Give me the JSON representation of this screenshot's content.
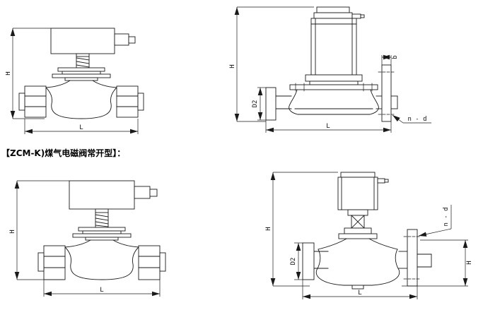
{
  "section_label": "【ZCM-K)煤气电磁阀常开型】：",
  "colors": {
    "line": "#1a1a1a",
    "background": "#ffffff"
  },
  "drawings": {
    "threaded_top": {
      "dim_H": "H",
      "dim_L": "L"
    },
    "flanged_top": {
      "dim_H": "H",
      "dim_D2": "D2",
      "dim_b": "b",
      "dim_nd": "n - d",
      "dim_L": "L"
    },
    "threaded_bottom": {
      "dim_H": "H",
      "dim_L": "L"
    },
    "flanged_bottom": {
      "dim_H": "H",
      "dim_D2": "D2",
      "dim_nd": "n - d",
      "dim_H2": "H",
      "dim_L": "L"
    }
  }
}
